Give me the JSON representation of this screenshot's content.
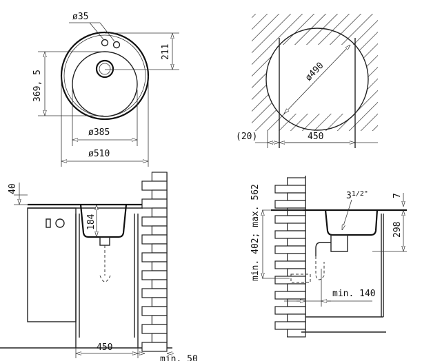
{
  "top_view": {
    "tap_hole_dia": "ø35",
    "drain_offset": "211",
    "bowl_length": "369, 5",
    "bowl_dia": "ø385",
    "outer_dia": "ø510"
  },
  "cutout_view": {
    "cutout_dia": "ø490",
    "offset": "(20)",
    "width": "450"
  },
  "side_view_left": {
    "counter_thickness": "40",
    "bowl_depth": "184",
    "cabinet_width": "450",
    "wall_gap": "min. 50"
  },
  "side_view_right": {
    "drain_size_whole": "3",
    "drain_size_fraction": "1/2\"",
    "rim": "7",
    "depth": "298",
    "outlet_height": "min. 402; max. 562",
    "wall_distance": "min. 140"
  }
}
